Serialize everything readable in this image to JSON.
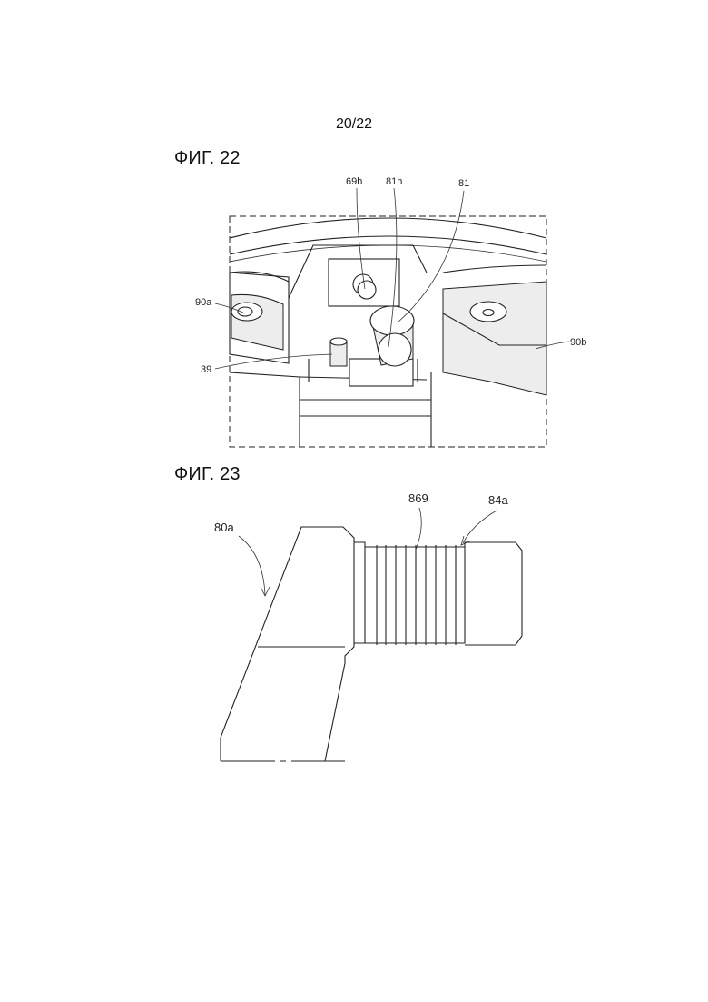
{
  "page": {
    "number": "20/22"
  },
  "fig22": {
    "title": "ФИГ. 22",
    "labels": {
      "l69h": "69h",
      "l81h": "81h",
      "l81": "81",
      "l90a": "90a",
      "l39": "39",
      "l90b": "90b"
    }
  },
  "fig23": {
    "title": "ФИГ. 23",
    "labels": {
      "l869": "869",
      "l84a": "84a",
      "l80a": "80a"
    }
  }
}
